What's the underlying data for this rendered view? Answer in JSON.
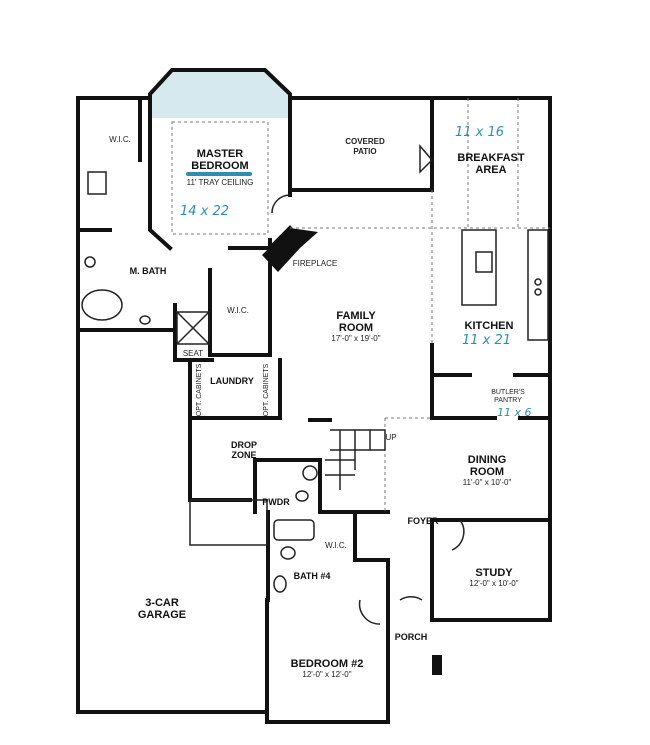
{
  "rooms": {
    "master_bedroom": {
      "name_1": "MASTER",
      "name_2": "BEDROOM",
      "note": "11' TRAY CEILING",
      "handwritten": "14 x 22"
    },
    "covered_patio": {
      "name_1": "COVERED",
      "name_2": "PATIO"
    },
    "breakfast_area": {
      "name_1": "BREAKFAST",
      "name_2": "AREA",
      "handwritten": "11 x 16"
    },
    "wic_top": "W.I.C.",
    "fireplace": "FIREPLACE",
    "m_bath": "M. BATH",
    "wic_mid": "W.I.C.",
    "seat": "SEAT",
    "family_room": {
      "name_1": "FAMILY",
      "name_2": "ROOM",
      "dims": "17'-0\" x 19'-0\""
    },
    "kitchen": {
      "name": "KITCHEN",
      "handwritten": "11 x 21"
    },
    "laundry": "LAUNDRY",
    "opt_cabinets": "OPT. CABINETS",
    "butlers_pantry": {
      "name_1": "BUTLER'S",
      "name_2": "PANTRY",
      "handwritten": "11 x 6"
    },
    "drop_zone": {
      "name_1": "DROP",
      "name_2": "ZONE"
    },
    "up": "UP",
    "dining_room": {
      "name_1": "DINING",
      "name_2": "ROOM",
      "dims": "11'-0\" x 10'-0\""
    },
    "pwdr": "PWDR",
    "foyer": "FOYER",
    "wic_bath4": "W.I.C.",
    "bath_4": "BATH #4",
    "study": {
      "name": "STUDY",
      "dims": "12'-0\" x 10'-0\""
    },
    "garage": {
      "name_1": "3-CAR",
      "name_2": "GARAGE"
    },
    "porch": "PORCH",
    "bedroom_2": {
      "name": "BEDROOM #2",
      "dims": "12'-0\" x 12'-0\""
    }
  },
  "colors": {
    "bay_highlight": "#d6e9ef",
    "handwriting": "#2a8fb0"
  }
}
